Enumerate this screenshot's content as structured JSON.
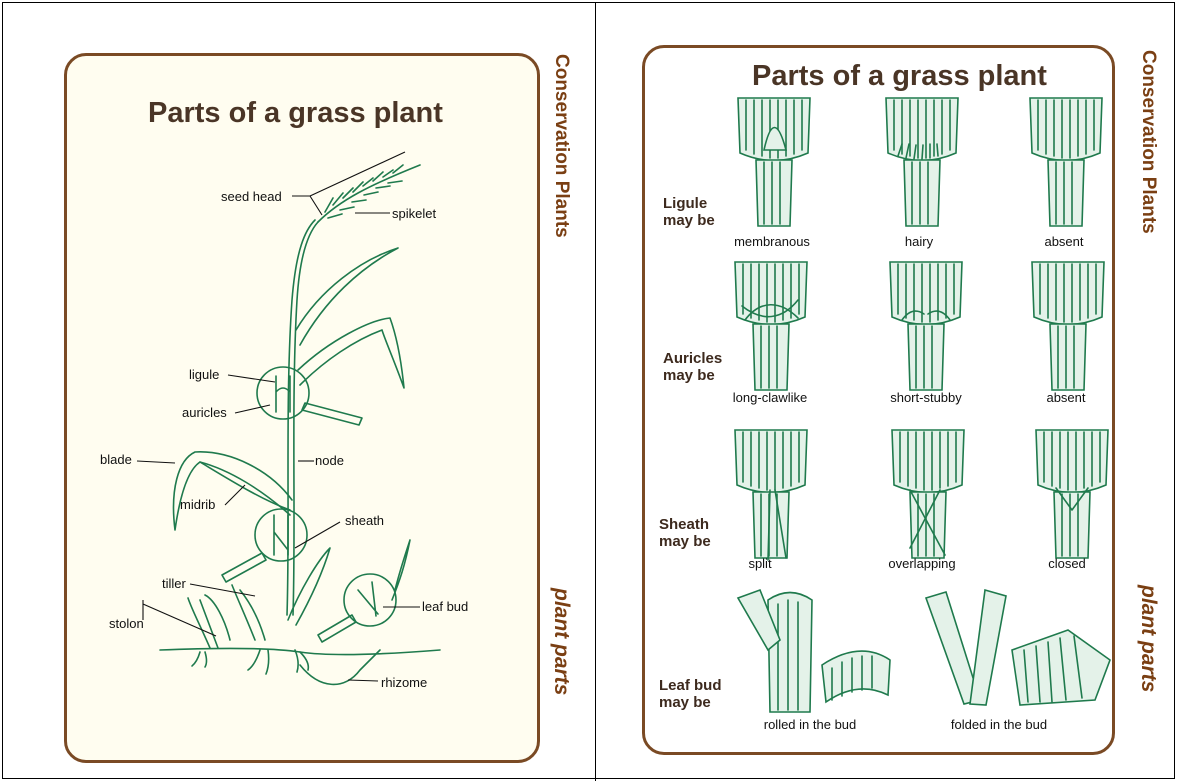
{
  "left_card": {
    "title": "Parts of a grass plant",
    "side_top": "Conservation Plants",
    "side_bottom": "plant parts",
    "labels": {
      "seed_head": "seed head",
      "spikelet": "spikelet",
      "ligule": "ligule",
      "auricles": "auricles",
      "blade": "blade",
      "node": "node",
      "midrib": "midrib",
      "sheath": "sheath",
      "tiller": "tiller",
      "leaf_bud": "leaf bud",
      "stolon": "stolon",
      "rhizome": "rhizome"
    }
  },
  "right_card": {
    "title": "Parts of a grass plant",
    "side_top": "Conservation Plants",
    "side_bottom": "plant parts",
    "rows": [
      {
        "label_line1": "Ligule",
        "label_line2": "may be",
        "items": [
          "membranous",
          "hairy",
          "absent"
        ]
      },
      {
        "label_line1": "Auricles",
        "label_line2": "may be",
        "items": [
          "long-clawlike",
          "short-stubby",
          "absent"
        ]
      },
      {
        "label_line1": "Sheath",
        "label_line2": "may be",
        "items": [
          "split",
          "overlapping",
          "closed"
        ]
      },
      {
        "label_line1": "Leaf bud",
        "label_line2": "may be",
        "items": [
          "rolled in the bud",
          "folded in the bud"
        ]
      }
    ]
  },
  "colors": {
    "border": "#7a4a24",
    "side_text": "#7a3f13",
    "title": "#4a3526",
    "line_art": "#1f7a4d",
    "card_bg": "#fffdf0"
  }
}
